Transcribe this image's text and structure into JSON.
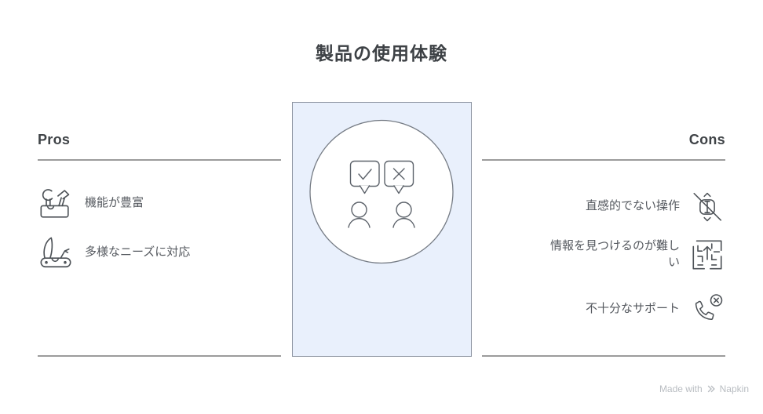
{
  "title": "製品の使用体験",
  "pros": {
    "heading": "Pros",
    "items": [
      {
        "icon": "toolbox-icon",
        "label": "機能が豊富"
      },
      {
        "icon": "swiss-army-knife-icon",
        "label": "多様なニーズに対応"
      }
    ]
  },
  "cons": {
    "heading": "Cons",
    "items": [
      {
        "icon": "scroll-disabled-icon",
        "label": "直感的でない操作"
      },
      {
        "icon": "maze-icon",
        "label": "情報を見つけるのが難しい"
      },
      {
        "icon": "phone-missed-icon",
        "label": "不十分なサポート"
      }
    ]
  },
  "center": {
    "illustration": "approve-reject-people-illustration"
  },
  "footer": {
    "made_with": "Made with",
    "brand": "Napkin"
  },
  "colors": {
    "title_color": "#3d4145",
    "heading_color": "#3f4347",
    "text_color": "#55595f",
    "divider_color": "#9b9b9b",
    "panel_fill": "#e9f0fc",
    "panel_border": "#8e95a2",
    "icon_stroke": "#4d5257",
    "illustration_stroke": "#5d636b",
    "footer_color": "#b9bdc2"
  }
}
